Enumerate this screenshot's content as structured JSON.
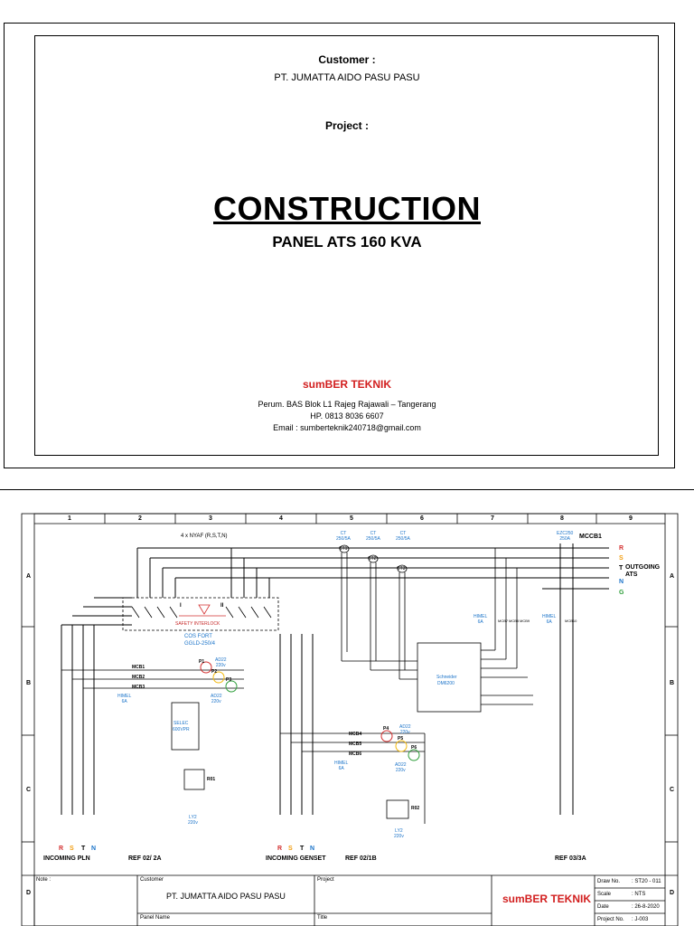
{
  "cover": {
    "customer_label": "Customer :",
    "customer_name": "PT. JUMATTA AIDO PASU PASU",
    "project_label": "Project :",
    "title": "CONSTRUCTION",
    "subtitle": "PANEL ATS 160 KVA",
    "brand": "sumBER TEKNIK",
    "address": "Perum. BAS Blok L1 Rajeg Rajawali – Tangerang",
    "phone": "HP. 0813 8036 6607",
    "email": "Email : sumberteknik240718@gmail.com"
  },
  "schematic": {
    "columns": [
      "1",
      "2",
      "3",
      "4",
      "5",
      "6",
      "7",
      "8",
      "9"
    ],
    "rows": [
      "A",
      "B",
      "C",
      "D"
    ],
    "cable_label": "4 x NYAF (R,S,T,N)",
    "interlock": {
      "side_1": "I",
      "side_2": "II",
      "label": "SAFETY INTERLOCK",
      "model": "COS FORT",
      "model_code": "GGLD-250/4"
    },
    "cts": [
      {
        "name": "CT1",
        "rating": "CT\n250/5A"
      },
      {
        "name": "CT2",
        "rating": "CT\n250/5A"
      },
      {
        "name": "CT3",
        "rating": "CT\n250/5A"
      }
    ],
    "mccb": {
      "label": "MCCB1",
      "rating": "EZC250\n250A"
    },
    "bus": [
      {
        "name": "R",
        "color": "#d32f2f"
      },
      {
        "name": "S",
        "color": "#f29d0f"
      },
      {
        "name": "T",
        "color": "#000000"
      },
      {
        "name": "N",
        "color": "#1a73c9"
      },
      {
        "name": "G",
        "color": "#2e9e3a"
      }
    ],
    "outgoing_label": "OUTGOING\nATS",
    "pln_mcbs": [
      "MCB1",
      "MCB2",
      "MCB3"
    ],
    "pln_mcb_rating": "HIMEL\n6A",
    "genset_mcbs": [
      "MCB4",
      "MCB5",
      "MCB6"
    ],
    "genset_mcb_rating": "HIMEL\n6A",
    "lamps_pln": [
      "P1",
      "P2",
      "P3"
    ],
    "lamps_genset": [
      "P4",
      "P5",
      "P6"
    ],
    "lamp_rating": "AD22\n220v",
    "phase_monitor": {
      "brand": "SELEC",
      "model": "600VPR"
    },
    "relays": [
      "R01",
      "R02"
    ],
    "relay_rating": "LY2\n220v",
    "meter": {
      "brand": "Schneider",
      "model": "DM6200"
    },
    "meter_mcbs": [
      "MCB7",
      "MCB8",
      "MCB9"
    ],
    "meter_mcb_rating": "HIMEL\n6A",
    "aux_mcb": {
      "name": "MCB10",
      "rating": "HIMEL\n6A"
    },
    "incoming_pln": {
      "label": "INCOMING PLN",
      "phases": [
        "R",
        "S",
        "T",
        "N"
      ]
    },
    "incoming_genset": {
      "label": "INCOMING GENSET",
      "phases": [
        "R",
        "S",
        "T",
        "N"
      ]
    },
    "refs": [
      "REF 02/ 2A",
      "REF 02/1B",
      "REF 03/3A"
    ]
  },
  "title_block": {
    "note_label": "Note :",
    "customer_label": "Customer",
    "customer_value": "PT. JUMATTA AIDO PASU PASU",
    "project_label": "Project",
    "panel_name_label": "Panel Name",
    "title_label": "Title",
    "brand": "sumBER TEKNIK",
    "draw_no_label": "Draw No.",
    "draw_no": ": ST20 - 011",
    "scale_label": "Scale",
    "scale": ": NTS",
    "date_label": "Date",
    "date": ": 26-8-2020",
    "project_no_label": "Project No.",
    "project_no": ": J-003"
  }
}
